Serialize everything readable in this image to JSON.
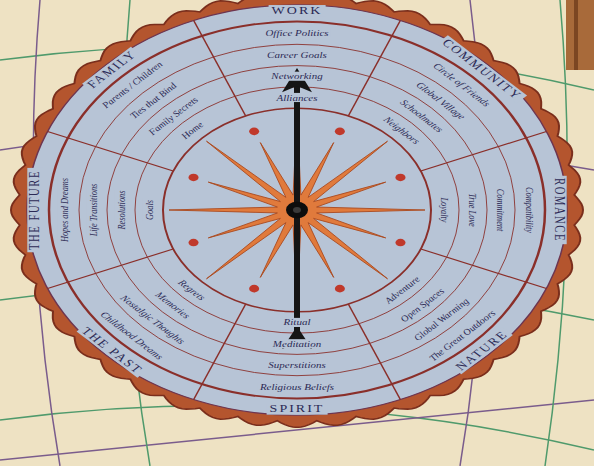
{
  "diagram": {
    "nodes": [
      {
        "text": [
          "WORK",
          "Office Politics",
          "Career Goals",
          "Networking",
          "Alliances"
        ]
      },
      {
        "text": [
          "COMMUNITY",
          "Circle of Friends",
          "Global Village",
          "Schoolmates",
          "Neighbors"
        ]
      },
      {
        "text": [
          "ROMANCE",
          "Compatibility",
          "Commitment",
          "True Love",
          "Loyalty"
        ]
      },
      {
        "text": [
          "NATURE",
          "The Great Outdoors",
          "Global Warming",
          "Open Spaces",
          "Adventure"
        ]
      },
      {
        "text": [
          "SPIRIT",
          "Religious Beliefs",
          "Superstitions",
          "Meditation",
          "Ritual"
        ]
      },
      {
        "text": [
          "THE PAST",
          "Childhood Dreams",
          "Nostalgic Thoughts",
          "Memories",
          "Regrets"
        ]
      },
      {
        "text": [
          "THE FUTURE",
          "Hopes and Dreams",
          "Life Transitions",
          "Resolutions",
          "Goals"
        ]
      },
      {
        "text": [
          "FAMILY",
          "Parents / Children",
          "Ties that Bind",
          "Family Secrets",
          "Home"
        ]
      }
    ]
  }
}
